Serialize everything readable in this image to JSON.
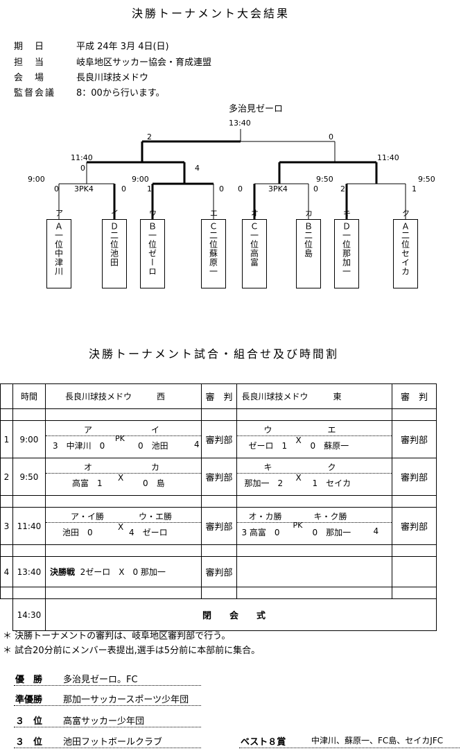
{
  "title": "決勝トーナメント大会結果",
  "info": [
    {
      "label": "期　日",
      "value": "平成 24年 3月 4日(日)"
    },
    {
      "label": "担　当",
      "value": "岐阜地区サッカー協会・育成連盟"
    },
    {
      "label": "会　場",
      "value": "長良川球技メドウ"
    },
    {
      "label": "監督会議",
      "value": "8：00から行います。"
    }
  ],
  "bracket": {
    "champion": "多治見ゼーロ",
    "final_time": "13:40",
    "final_score_left": "2",
    "final_score_right": "0",
    "semi_left_time": "11:40",
    "semi_left_score_a": "0",
    "semi_left_score_b": "4",
    "semi_right_time": "11:40",
    "qf1_time": "9:00",
    "qf1_a": "0",
    "qf1_pk": "3PK4",
    "qf1_b": "0",
    "qf2_time": "9:00",
    "qf2_a": "1",
    "qf2_b": "0",
    "qf3_a": "0",
    "qf3_pk": "3PK4",
    "qf3_b": "0",
    "qf4_time": "9:50",
    "qf4_a": "2",
    "qf4_b": "1",
    "qf34_time": "9:50",
    "teams": [
      {
        "key": "ア",
        "name": "Ａ一位中津川"
      },
      {
        "key": "イ",
        "name": "Ｄ二位池田"
      },
      {
        "key": "ウ",
        "name": "Ｂ一位ゼーロ"
      },
      {
        "key": "エ",
        "name": "Ｃ二位蘇原一"
      },
      {
        "key": "オ",
        "name": "Ｃ一位高富"
      },
      {
        "key": "カ",
        "name": "Ｂ二位島"
      },
      {
        "key": "キ",
        "name": "Ｄ一位那加一"
      },
      {
        "key": "ク",
        "name": "Ａ二位セイカ"
      }
    ]
  },
  "schedule_title": "決勝トーナメント試合・組合せ及び時間割",
  "schedule": {
    "h_time": "時間",
    "h_west": "長良川球技メドウ　　　西",
    "h_ref": "審　判",
    "h_east": "長良川球技メドウ　　　東",
    "ref": "審判部",
    "rows": [
      {
        "no": "1",
        "time": "9:00",
        "w_top_l": "ア",
        "w_top_r": "イ",
        "w_bot": [
          "3　中津川　0",
          "PK",
          "0　池田",
          "4"
        ],
        "e_top_l": "ウ",
        "e_top_r": "エ",
        "e_bot": [
          "ゼーロ　1",
          "X",
          "0　蘇原一"
        ]
      },
      {
        "no": "2",
        "time": "9:50",
        "w_top_l": "オ",
        "w_top_r": "カ",
        "w_bot": [
          "高富　1",
          "X",
          "0　島"
        ],
        "e_top_l": "キ",
        "e_top_r": "ク",
        "e_bot": [
          "那加一　2",
          "X",
          "1　セイカ"
        ]
      },
      {
        "no": "3",
        "time": "11:40",
        "w_top_l": "ア・イ勝",
        "w_top_r": "ウ・エ勝",
        "w_bot": [
          "池田　0",
          "X",
          "4　ゼーロ"
        ],
        "e_top_l": "オ・カ勝",
        "e_top_r": "キ・ク勝",
        "e_bot": [
          "3 高富　0",
          "PK",
          "0　那加一",
          "4"
        ]
      },
      {
        "no": "4",
        "time": "13:40",
        "final_label": "決勝戦",
        "final_text": "2ゼーロ　X　0 那加一"
      },
      {
        "no": "",
        "time": "14:30",
        "closing": "閉　　会　　式"
      }
    ]
  },
  "notes": [
    "＊ 決勝トーナメントの審判は、岐阜地区審判部で行う。",
    "＊ 試合20分前にメンバー表提出,選手は5分前に本部前に集合。"
  ],
  "results": [
    {
      "label": "優　勝",
      "value": "多治見ゼーロ。FC"
    },
    {
      "label": "準優勝",
      "value": "那加一サッカースポーツ少年団"
    },
    {
      "label": "３　位",
      "value": "高富サッカー少年団"
    },
    {
      "label": "３　位",
      "value": "池田フットボールクラブ"
    }
  ],
  "best8": {
    "label": "ベスト８賞",
    "value": "中津川、蘇原一、FC島、セイカJFC"
  }
}
